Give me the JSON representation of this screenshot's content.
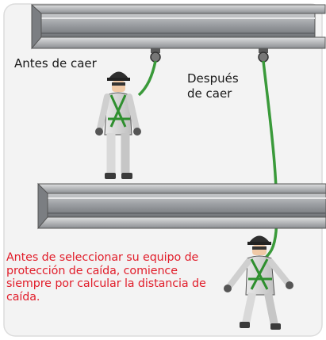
{
  "labels": {
    "before_fall": "Antes de caer",
    "after_fall": "Después de caer"
  },
  "warning_text": "Antes de seleccionar su equipo de protección de caída, comience siempre por calcular la distancia de caída.",
  "colors": {
    "warning_text": "#e11d2a",
    "lanyard": "#3a9a3a",
    "beam": "#8f9296",
    "background_paper": "#f2f2f2",
    "frame": "#d8d8d8"
  }
}
